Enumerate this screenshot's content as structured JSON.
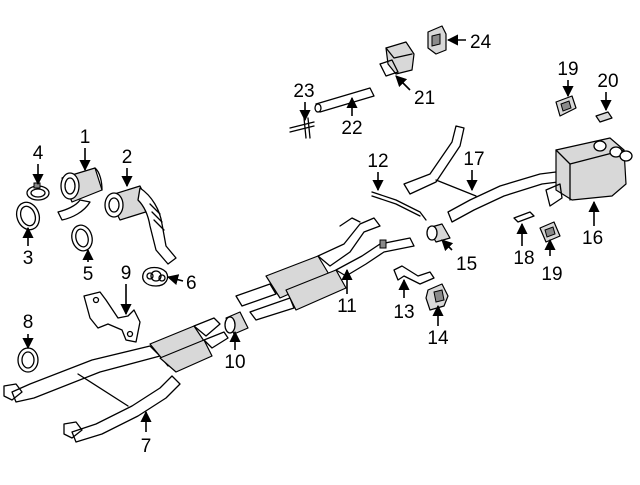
{
  "callouts": [
    {
      "id": "1",
      "label": "1"
    },
    {
      "id": "2",
      "label": "2"
    },
    {
      "id": "3",
      "label": "3"
    },
    {
      "id": "4",
      "label": "4"
    },
    {
      "id": "5",
      "label": "5"
    },
    {
      "id": "6",
      "label": "6"
    },
    {
      "id": "7",
      "label": "7"
    },
    {
      "id": "8",
      "label": "8"
    },
    {
      "id": "9",
      "label": "9"
    },
    {
      "id": "10",
      "label": "10"
    },
    {
      "id": "11",
      "label": "11"
    },
    {
      "id": "12",
      "label": "12"
    },
    {
      "id": "13",
      "label": "13"
    },
    {
      "id": "14",
      "label": "14"
    },
    {
      "id": "15",
      "label": "15"
    },
    {
      "id": "16",
      "label": "16"
    },
    {
      "id": "17",
      "label": "17"
    },
    {
      "id": "18",
      "label": "18"
    },
    {
      "id": "19a",
      "label": "19"
    },
    {
      "id": "19b",
      "label": "19"
    },
    {
      "id": "20",
      "label": "20"
    },
    {
      "id": "21",
      "label": "21"
    },
    {
      "id": "22",
      "label": "22"
    },
    {
      "id": "23",
      "label": "23"
    },
    {
      "id": "24",
      "label": "24"
    }
  ]
}
